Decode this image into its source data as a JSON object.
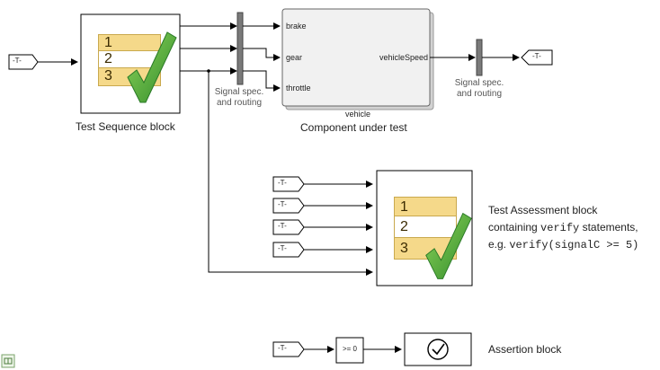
{
  "goto_tag": "-T-",
  "test_sequence": {
    "caption": "Test Sequence block",
    "rows": [
      "1",
      "2",
      "3"
    ]
  },
  "mux_caption_1": "Signal spec.\nand routing",
  "mux_caption_2": "Signal spec.\nand routing",
  "vehicle": {
    "name": "vehicle",
    "caption": "Component under test",
    "inports": [
      "brake",
      "gear",
      "throttle"
    ],
    "outport": "vehicleSpeed"
  },
  "assessment": {
    "rows": [
      "1",
      "2",
      "3"
    ],
    "text_line1": "Test Assessment block",
    "text_line2_prefix": "containing ",
    "text_line2_code": "verify",
    "text_line2_suffix": " statements,",
    "text_line3_prefix": "e.g. ",
    "text_line3_code": "verify(signalC >= 5)"
  },
  "compare_block_label": ">= 0",
  "assertion_caption": "Assertion block",
  "colors": {
    "row_fill": "#f5d98a",
    "row_alt": "#ffffff",
    "check": "#3aa135",
    "line": "#000000"
  }
}
